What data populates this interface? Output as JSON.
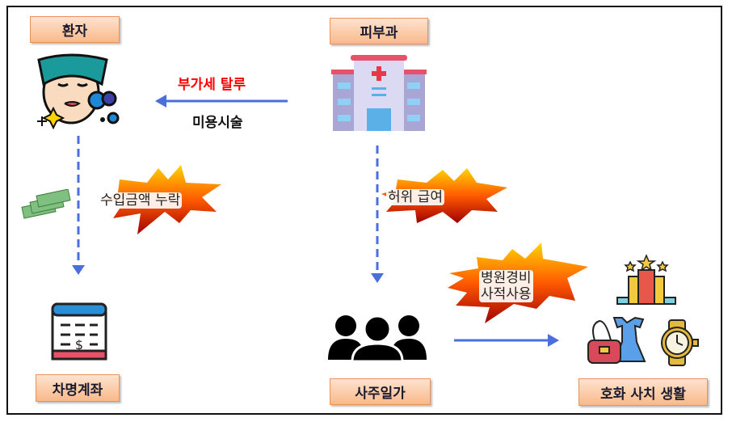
{
  "nodes": {
    "patient": "환자",
    "clinic": "피부과",
    "borrowed_account": "차명계좌",
    "owner_family": "사주일가",
    "luxury_life": "호화 사치 생활"
  },
  "edges": {
    "vat_evasion": "부가세 탈루",
    "cosmetic_procedure": "미용시술",
    "income_omission": "수입금액 누락",
    "fake_salary": "허위 급여",
    "expense_misuse_line1": "병원경비",
    "expense_misuse_line2": "사적사용"
  },
  "colors": {
    "arrow": "#4a6fdc",
    "alert_text": "#ff0000",
    "label_fill": "#f9b98a"
  }
}
